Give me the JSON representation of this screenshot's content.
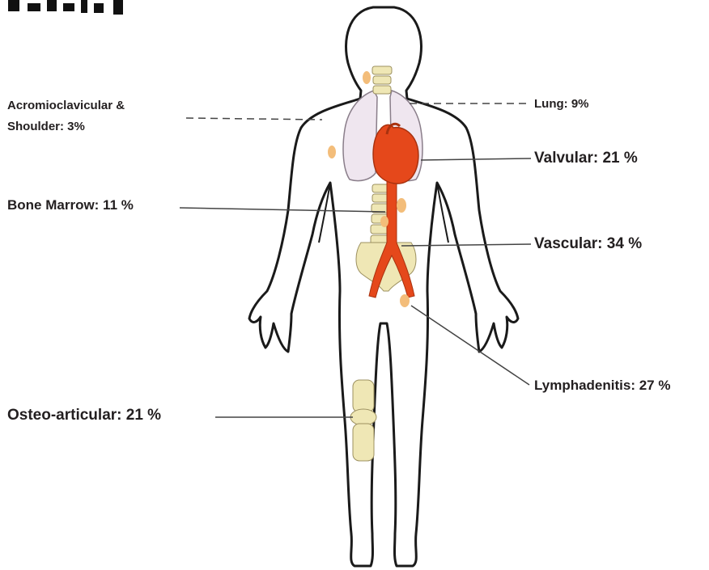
{
  "heading_fragment": "...",
  "labels": {
    "acromioclavicular": "Acromioclavicular &",
    "shoulder": "Shoulder:  3%",
    "lung": "Lung: 9%",
    "valvular": "Valvular: 21 %",
    "bone_marrow": "Bone Marrow: 11 %",
    "vascular": "Vascular: 34 %",
    "lymphadenitis": "Lymphadenitis: 27 %",
    "osteo_articular": "Osteo-articular: 21 %"
  },
  "colors": {
    "outline": "#1a1a1a",
    "lung": "#efe6ef",
    "heart": "#e5481b",
    "vessels": "#e5481b",
    "bone": "#efe7b5",
    "lymph_node": "#f3bd7a",
    "leader": "#444444"
  }
}
